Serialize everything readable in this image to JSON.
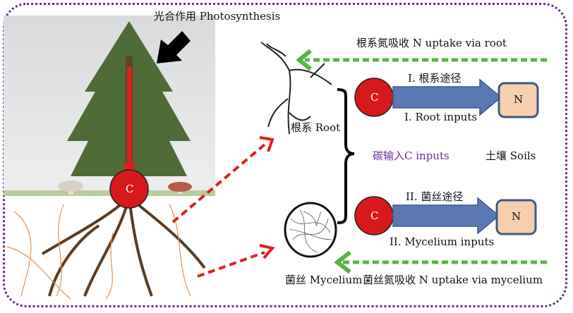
{
  "labels": {
    "photosynthesis": "光合作用  Photosynthesis",
    "root_uptake": "根系氮吸收 N uptake via root",
    "root": "根系 Root",
    "mycelium": "菌丝 Mycelium",
    "mycelium_uptake": "菌丝氮吸收 N uptake via mycelium",
    "c_inputs": "碳输入C inputs",
    "soils": "土壤  Soils",
    "path1_cn": "I. 根系途径",
    "path1_en": "I. Root inputs",
    "path2_cn": "II. 菌丝途径",
    "path2_en": "II. Mycelium inputs",
    "carbon": "C",
    "nitrogen": "N"
  },
  "colors": {
    "frame": "#6a2c91",
    "carbon": "#d7191c",
    "arrow_blue": "#5b78b4",
    "n_box": "#f6cfae",
    "green": "#5ab345"
  }
}
